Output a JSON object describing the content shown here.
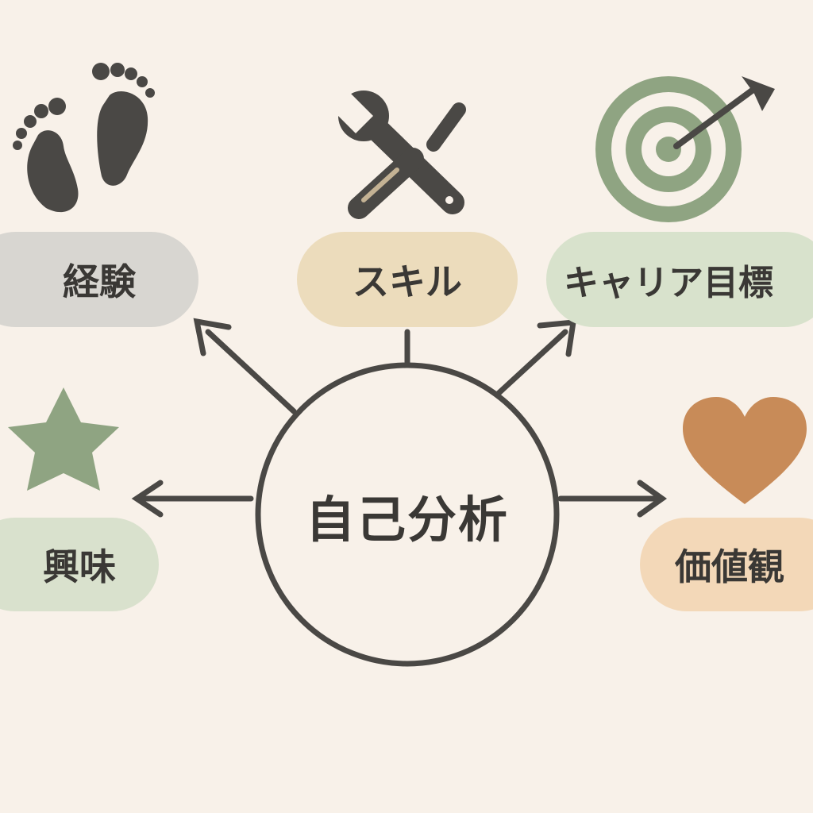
{
  "center": {
    "label": "自己分析"
  },
  "nodes": {
    "experience": {
      "label": "経験",
      "icon": "footprints-icon",
      "color": "#d8d6d1"
    },
    "skill": {
      "label": "スキル",
      "icon": "wrench-screwdriver-icon",
      "color": "#ecdcbc"
    },
    "career": {
      "label": "キャリア目標",
      "icon": "target-arrow-icon",
      "color": "#d8e2cc"
    },
    "interest": {
      "label": "興味",
      "icon": "star-icon",
      "color": "#d9e1cd"
    },
    "values": {
      "label": "価値観",
      "icon": "heart-icon",
      "color": "#f3d8b8"
    }
  },
  "colors": {
    "background": "#f8f1e9",
    "line": "#4a4845",
    "icon_dark": "#4a4845",
    "green": "#8fa482",
    "heart": "#c88b58"
  }
}
